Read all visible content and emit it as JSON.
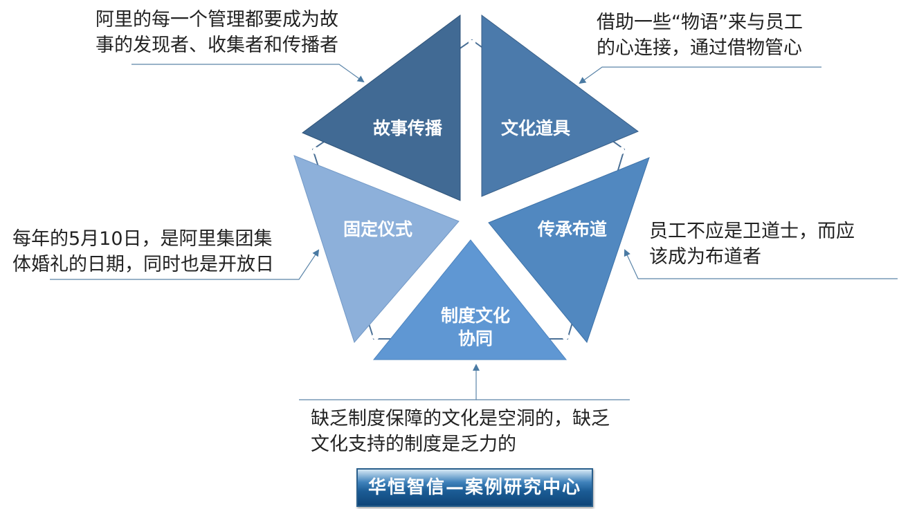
{
  "segments": {
    "story": "故事传播",
    "props": "文化道具",
    "ritual": "固定仪式",
    "preach": "传承布道",
    "system_line1": "制度文化",
    "system_line2": "协同"
  },
  "notes": {
    "top_left": [
      "阿里的每一个管理都要成为故",
      "事的发现者、收集者和传播者"
    ],
    "top_right": [
      "借助一些“物语”来与员工",
      "的心连接，通过借物管心"
    ],
    "left": [
      "每年的5月10日，是阿里集团集",
      "体婚礼的日期，同时也是开放日"
    ],
    "right": [
      "员工不应是卫道士，而应",
      "该成为布道者"
    ],
    "bottom": [
      "缺乏制度保障的文化是空洞的，缺乏",
      "文化支持的制度是乏力的"
    ]
  },
  "banner": "华恒智信—案例研究中心",
  "colors": {
    "story": "#416a94",
    "props": "#4b7aab",
    "ritual": "#8db0da",
    "preach": "#5188c0",
    "system": "#5f97d3",
    "line": "#5a84a8"
  }
}
